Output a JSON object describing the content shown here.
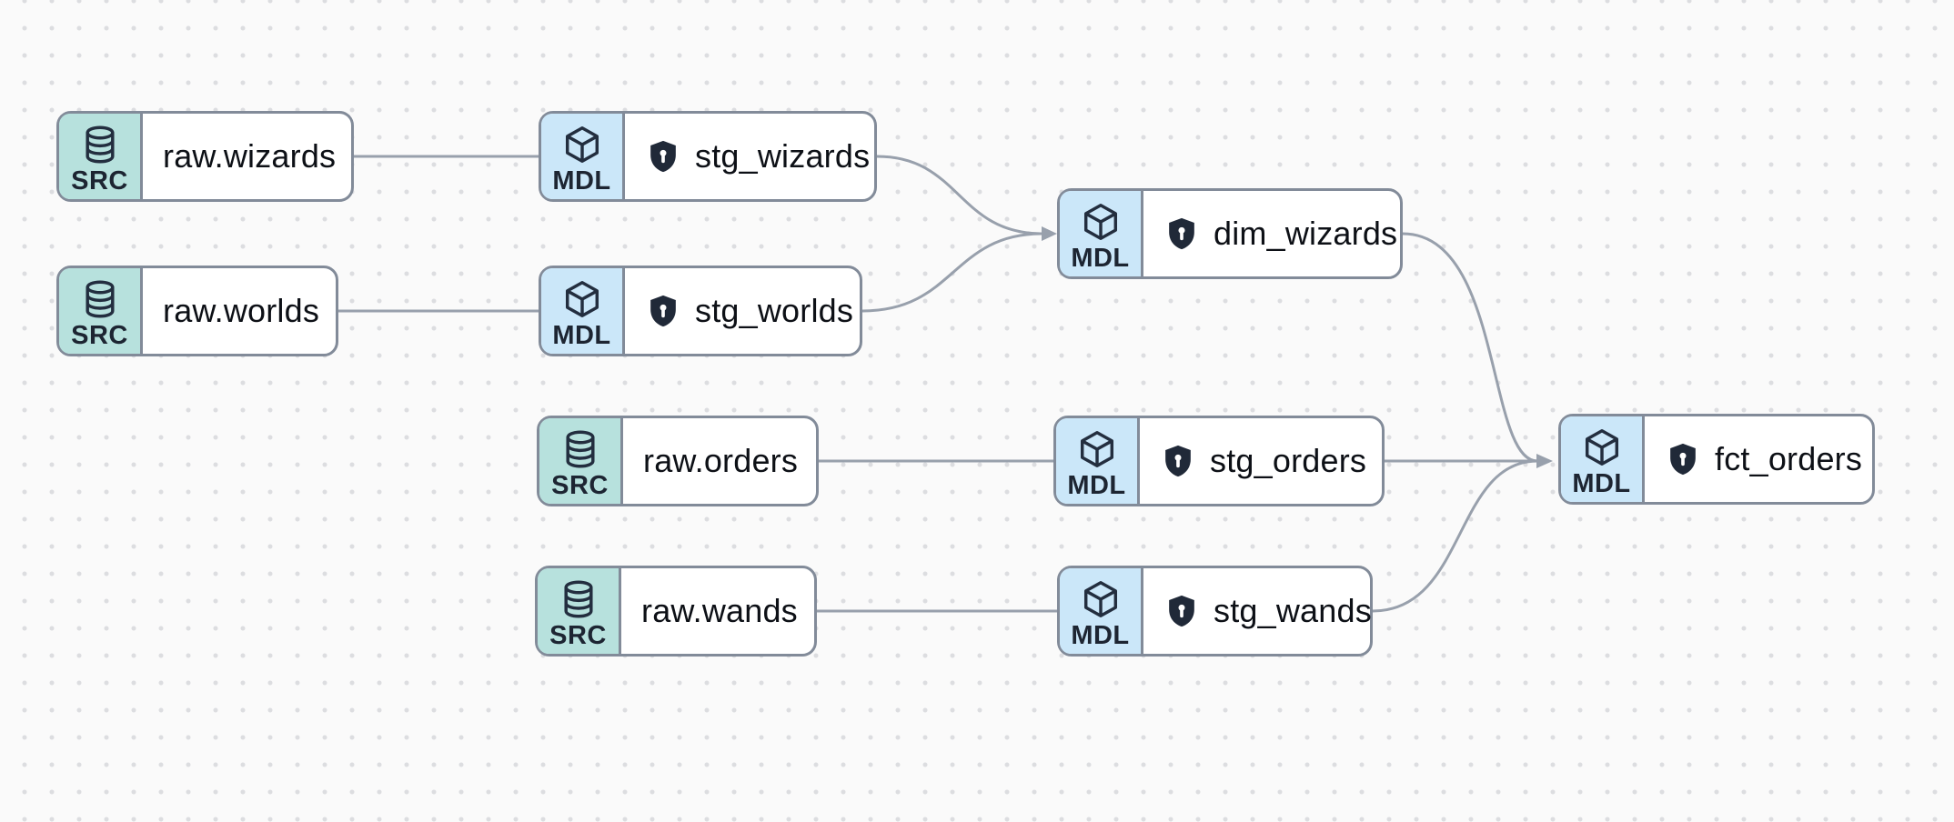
{
  "app": {
    "view": "data-lineage-graph"
  },
  "colors": {
    "canvas_bg": "#fafafa",
    "grid_dot": "#dcdde0",
    "node_bg": "#ffffff",
    "node_border": "#828b99",
    "edge": "#98a0ac",
    "src_badge_bg": "#b7e1dd",
    "mdl_badge_bg": "#cbe7f9",
    "badge_text": "#1d2532",
    "label_text": "#0d1016",
    "icon": "#232e3f",
    "shield": "#202938"
  },
  "badge_types": {
    "source": "SRC",
    "model": "MDL"
  },
  "icon_legend": {
    "source_icon": "database-icon",
    "model_icon": "cube-icon",
    "protected_icon": "shield-lock-icon"
  },
  "nodes": [
    {
      "id": "raw.wizards",
      "type": "source",
      "badge": "SRC",
      "label": "raw.wizards",
      "protected": false
    },
    {
      "id": "stg_wizards",
      "type": "model",
      "badge": "MDL",
      "label": "stg_wizards",
      "protected": true
    },
    {
      "id": "raw.worlds",
      "type": "source",
      "badge": "SRC",
      "label": "raw.worlds",
      "protected": false
    },
    {
      "id": "stg_worlds",
      "type": "model",
      "badge": "MDL",
      "label": "stg_worlds",
      "protected": true
    },
    {
      "id": "dim_wizards",
      "type": "model",
      "badge": "MDL",
      "label": "dim_wizards",
      "protected": true
    },
    {
      "id": "raw.orders",
      "type": "source",
      "badge": "SRC",
      "label": "raw.orders",
      "protected": false
    },
    {
      "id": "stg_orders",
      "type": "model",
      "badge": "MDL",
      "label": "stg_orders",
      "protected": true
    },
    {
      "id": "raw.wands",
      "type": "source",
      "badge": "SRC",
      "label": "raw.wands",
      "protected": false
    },
    {
      "id": "stg_wands",
      "type": "model",
      "badge": "MDL",
      "label": "stg_wands",
      "protected": true
    },
    {
      "id": "fct_orders",
      "type": "model",
      "badge": "MDL",
      "label": "fct_orders",
      "protected": true
    }
  ],
  "edges": [
    {
      "from": "raw.wizards",
      "to": "stg_wizards"
    },
    {
      "from": "raw.worlds",
      "to": "stg_worlds"
    },
    {
      "from": "stg_wizards",
      "to": "dim_wizards"
    },
    {
      "from": "stg_worlds",
      "to": "dim_wizards"
    },
    {
      "from": "raw.orders",
      "to": "stg_orders"
    },
    {
      "from": "raw.wands",
      "to": "stg_wands"
    },
    {
      "from": "stg_orders",
      "to": "fct_orders"
    },
    {
      "from": "stg_wands",
      "to": "fct_orders"
    },
    {
      "from": "dim_wizards",
      "to": "fct_orders"
    }
  ]
}
